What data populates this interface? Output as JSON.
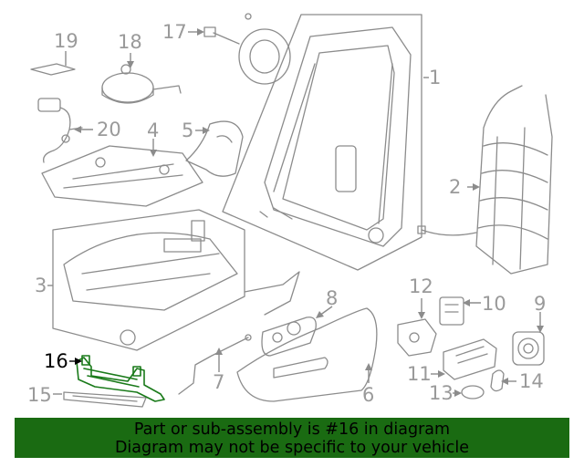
{
  "callouts": [
    {
      "id": "callout-1",
      "label": "1",
      "highlighted": false
    },
    {
      "id": "callout-2",
      "label": "2",
      "highlighted": false
    },
    {
      "id": "callout-3",
      "label": "3",
      "highlighted": false
    },
    {
      "id": "callout-4",
      "label": "4",
      "highlighted": false
    },
    {
      "id": "callout-5",
      "label": "5",
      "highlighted": false
    },
    {
      "id": "callout-6",
      "label": "6",
      "highlighted": false
    },
    {
      "id": "callout-7",
      "label": "7",
      "highlighted": false
    },
    {
      "id": "callout-8",
      "label": "8",
      "highlighted": false
    },
    {
      "id": "callout-9",
      "label": "9",
      "highlighted": false
    },
    {
      "id": "callout-10",
      "label": "10",
      "highlighted": false
    },
    {
      "id": "callout-11",
      "label": "11",
      "highlighted": false
    },
    {
      "id": "callout-12",
      "label": "12",
      "highlighted": false
    },
    {
      "id": "callout-13",
      "label": "13",
      "highlighted": false
    },
    {
      "id": "callout-14",
      "label": "14",
      "highlighted": false
    },
    {
      "id": "callout-15",
      "label": "15",
      "highlighted": false
    },
    {
      "id": "callout-16",
      "label": "16",
      "highlighted": true
    },
    {
      "id": "callout-17",
      "label": "17",
      "highlighted": false
    },
    {
      "id": "callout-18",
      "label": "18",
      "highlighted": false
    },
    {
      "id": "callout-19",
      "label": "19",
      "highlighted": false
    },
    {
      "id": "callout-20",
      "label": "20",
      "highlighted": false
    }
  ],
  "banner": {
    "line1": "Part or sub-assembly is #16 in diagram",
    "line2": "Diagram may not be specific to your vehicle"
  },
  "colors": {
    "banner_bg": "#1a6b12",
    "highlight_part": "#1a7a1a",
    "line_gray": "#8c8c8c",
    "label_gray": "#9a9a9a"
  }
}
